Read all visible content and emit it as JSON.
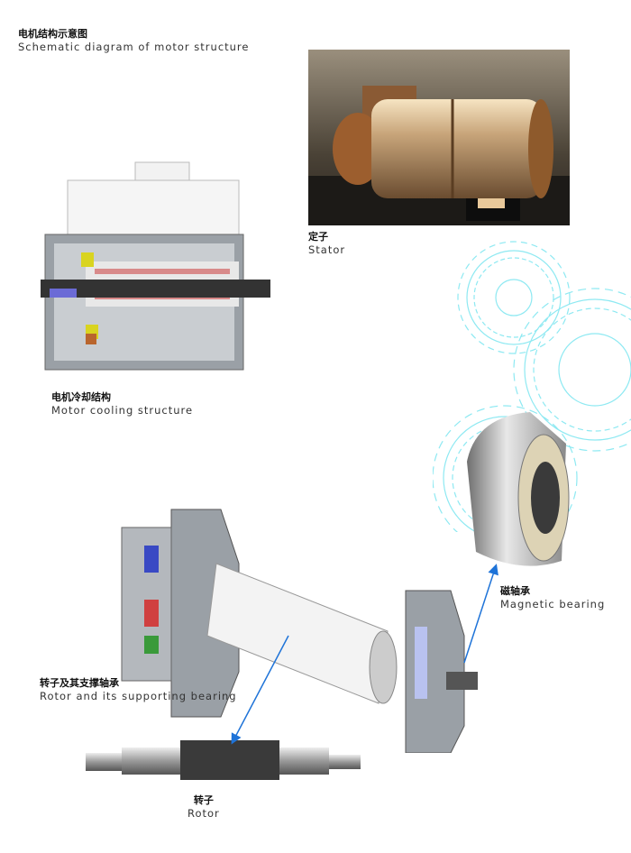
{
  "header": {
    "title_zh": "电机结构示意图",
    "title_en": "Schematic diagram of motor structure"
  },
  "figures": {
    "stator": {
      "label_zh": "定子",
      "label_en": "Stator"
    },
    "cooling": {
      "label_zh": "电机冷却结构",
      "label_en": "Motor cooling structure"
    },
    "magnetic_bearing": {
      "label_zh": "磁轴承",
      "label_en": "Magnetic bearing"
    },
    "rotor_assembly": {
      "label_zh": "转子及其支撑轴承",
      "label_en": "Rotor and its supporting bearing"
    },
    "rotor": {
      "label_zh": "转子",
      "label_en": "Rotor"
    }
  },
  "colors": {
    "arrow": "#1e73d8",
    "gear_outline": "#7fe6f0",
    "cutaway_gray": "#8a8f96"
  }
}
